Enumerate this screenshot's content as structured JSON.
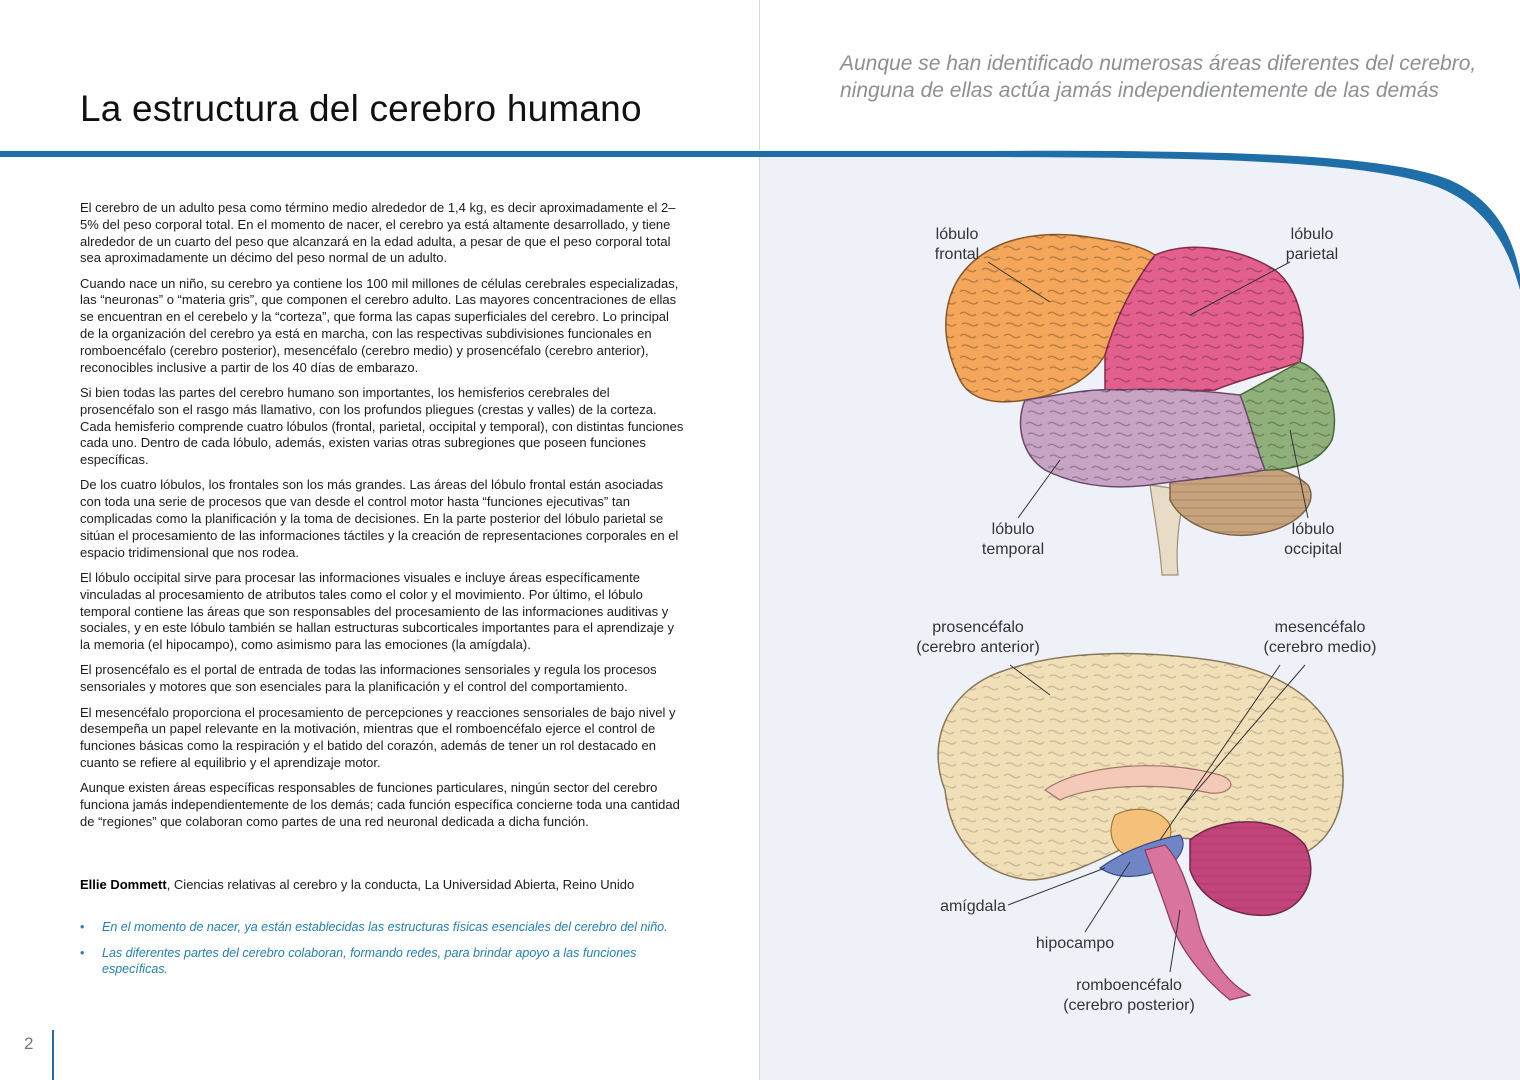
{
  "header": {
    "title": "La estructura del cerebro humano",
    "quote_line1": "Aunque se han identificado numerosas áreas diferentes del cerebro,",
    "quote_line2": "ninguna de ellas actúa jamás independientemente de las demás"
  },
  "body": {
    "paragraphs": [
      "El cerebro de un adulto pesa como término medio alrededor de 1,4 kg, es decir aproximadamente el 2–5% del peso corporal total. En el momento de nacer, el cerebro ya está altamente desarrollado, y tiene alrededor de un cuarto del peso que alcanzará en la edad adulta, a pesar de que el peso corporal total sea aproximadamente un décimo del peso normal de un adulto.",
      "Cuando nace un niño, su cerebro ya contiene los 100 mil millones de células cerebrales especializadas, las “neuronas” o “materia gris”, que componen el cerebro adulto. Las mayores concentraciones de ellas se encuentran en el cerebelo y la “corteza”, que forma las capas superficiales del cerebro. Lo principal de la organización del cerebro ya está en marcha, con las respectivas subdivisiones funcionales en romboencéfalo (cerebro posterior), mesencéfalo (cerebro medio) y prosencéfalo (cerebro anterior), reconocibles inclusive a partir de los 40 días de embarazo.",
      "Si bien todas las partes del cerebro humano son importantes, los hemisferios cerebrales del prosencéfalo son el rasgo más llamativo, con los profundos pliegues (crestas y valles) de la corteza. Cada hemisferio comprende cuatro lóbulos (frontal, parietal, occipital y temporal), con distintas funciones cada uno. Dentro de cada lóbulo, además, existen varias otras subregiones que poseen funciones específicas.",
      "De los cuatro lóbulos, los frontales son los más grandes. Las áreas del lóbulo frontal están asociadas con toda una serie de procesos que van desde el control motor hasta “funciones ejecutivas” tan complicadas como la planificación y la toma de decisiones. En la parte posterior del lóbulo parietal se sitúan el procesamiento de las informaciones táctiles y la creación de representaciones corporales en el espacio tridimensional que nos rodea.",
      "El lóbulo occipital sirve para procesar las informaciones visuales e incluye áreas específicamente vinculadas al procesamiento de atributos tales como el color y el movimiento. Por último, el lóbulo temporal contiene las áreas que son responsables del procesamiento de las informaciones auditivas y sociales, y en este lóbulo también se hallan estructuras subcorticales importantes para el aprendizaje y la memoria (el hipocampo), como asimismo para las emociones (la amígdala).",
      "El prosencéfalo es el portal de entrada de todas las informaciones sensoriales y regula los procesos sensoriales y motores que son esenciales para la planificación y el control del comportamiento.",
      "El mesencéfalo proporciona el procesamiento de percepciones y reacciones sensoriales de bajo nivel y desempeña un papel relevante en la motivación, mientras que el romboencéfalo ejerce el control de funciones básicas como la respiración y el batido del corazón, además de tener un rol destacado en cuanto se refiere al equilibrio y el aprendizaje motor.",
      "Aunque existen áreas específicas responsables de funciones particulares, ningún sector del cerebro funciona jamás independientemente de los demás; cada función específica concierne toda una cantidad de “regiones” que colaboran como partes de una red neuronal dedicada a dicha función."
    ],
    "credit_name": "Ellie Dommett",
    "credit_rest": ", Ciencias relativas al cerebro y la conducta, La Universidad Abierta, Reino Unido",
    "bullet_symbol": "•",
    "bullets": [
      "En el momento de nacer, ya están establecidas las estructuras físicas esenciales del cerebro del niño.",
      "Las diferentes partes del cerebro colaboran, formando redes, para brindar apoyo a las funciones específicas."
    ]
  },
  "footer": {
    "page_number": "2"
  },
  "figure": {
    "lobes": {
      "frontal_1": "lóbulo",
      "frontal_2": "frontal",
      "parietal_1": "lóbulo",
      "parietal_2": "parietal",
      "temporal_1": "lóbulo",
      "temporal_2": "temporal",
      "occipital_1": "lóbulo",
      "occipital_2": "occipital"
    },
    "sagittal": {
      "prosencefalo_1": "prosencéfalo",
      "prosencefalo_2": "(cerebro anterior)",
      "mesencefalo_1": "mesencéfalo",
      "mesencefalo_2": "(cerebro medio)",
      "amigdala": "amígdala",
      "hipocampo": "hipocampo",
      "romboencefalo_1": "romboencéfalo",
      "romboencefalo_2": "(cerebro posterior)"
    },
    "colors": {
      "frontal": "#f4a65a",
      "parietal": "#e25f8e",
      "temporal": "#c7a3c4",
      "occipital": "#8fb07a",
      "cerebellum": "#c6a37a",
      "cortex_sagittal": "#f1dfb8",
      "hindbrain": "#d9749f",
      "accent_blue": "#1f6ea8"
    }
  }
}
